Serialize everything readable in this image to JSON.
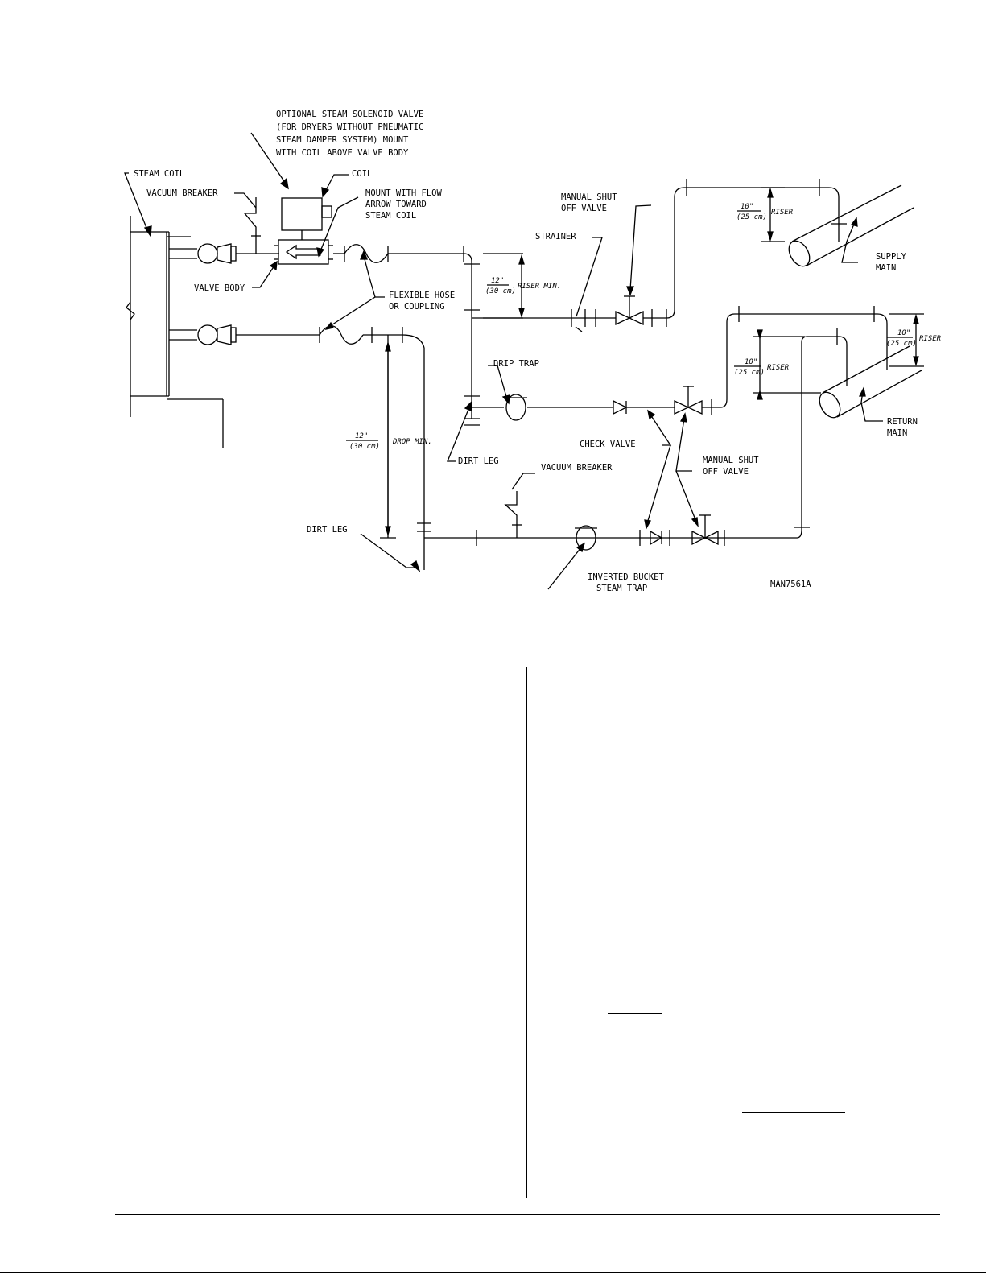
{
  "diagram": {
    "labels": {
      "solenoid_note": [
        "OPTIONAL STEAM SOLENOID VALVE",
        "(FOR DRYERS WITHOUT PNEUMATIC",
        "STEAM DAMPER SYSTEM) MOUNT",
        "WITH COIL ABOVE VALVE BODY"
      ],
      "steam_coil": "STEAM COIL",
      "coil": "COIL",
      "vacuum_breaker_top": "VACUUM BREAKER",
      "mount_note": [
        "MOUNT WITH FLOW",
        "ARROW TOWARD",
        "STEAM COIL"
      ],
      "valve_body": "VALVE BODY",
      "manual_shut_off_top": [
        "MANUAL SHUT",
        "OFF VALVE"
      ],
      "strainer": "STRAINER",
      "flexible_hose": [
        "FLEXIBLE HOSE",
        "OR COUPLING"
      ],
      "supply_main": [
        "SUPPLY",
        "MAIN"
      ],
      "drip_trap": "DRIP TRAP",
      "dirt_leg_mid": "DIRT LEG",
      "check_valve": "CHECK VALVE",
      "manual_shut_off_bottom": [
        "MANUAL SHUT",
        "OFF VALVE"
      ],
      "return_main": [
        "RETURN",
        "MAIN"
      ],
      "vacuum_breaker_bottom": "VACUUM BREAKER",
      "dirt_leg_left": "DIRT LEG",
      "inverted_bucket": [
        "INVERTED BUCKET",
        "STEAM TRAP"
      ],
      "drawing_number": "MAN7561A"
    },
    "dimensions": {
      "riser_min": {
        "imperial": "12\"",
        "metric": "(30 cm)",
        "note": "RISER MIN."
      },
      "drop_min": {
        "imperial": "12\"",
        "metric": "(30 cm)",
        "note": "DROP MIN."
      },
      "supply_riser": {
        "imperial": "10\"",
        "metric": "(25 cm)",
        "note": "RISER"
      },
      "return_riser_left": {
        "imperial": "10\"",
        "metric": "(25 cm)",
        "note": "RISER"
      },
      "return_riser_right": {
        "imperial": "10\"",
        "metric": "(25 cm)",
        "note": "RISER"
      }
    }
  }
}
